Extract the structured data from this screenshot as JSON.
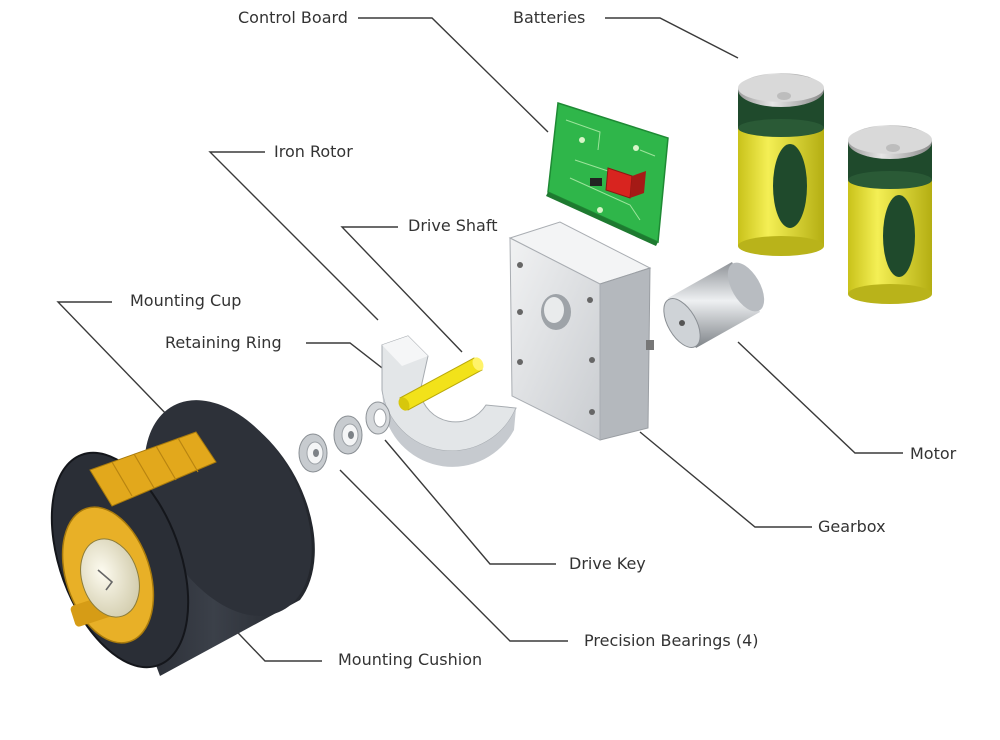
{
  "labels": {
    "control_board": "Control Board",
    "batteries": "Batteries",
    "iron_rotor": "Iron Rotor",
    "drive_shaft": "Drive Shaft",
    "mounting_cup": "Mounting Cup",
    "retaining_ring": "Retaining Ring",
    "motor": "Motor",
    "gearbox": "Gearbox",
    "drive_key": "Drive Key",
    "precision_bearings": "Precision Bearings (4)",
    "mounting_cushion": "Mounting Cushion"
  },
  "colors": {
    "battery_yellow": "#e8e23a",
    "battery_band": "#1f4a2c",
    "board_green": "#2fb64a",
    "switch_red": "#d8241f",
    "shaft_yellow": "#f2e21a",
    "cup_dark": "#2a2e36",
    "cushion_gold": "#e2a81c",
    "metal_light": "#dcdfe2"
  }
}
